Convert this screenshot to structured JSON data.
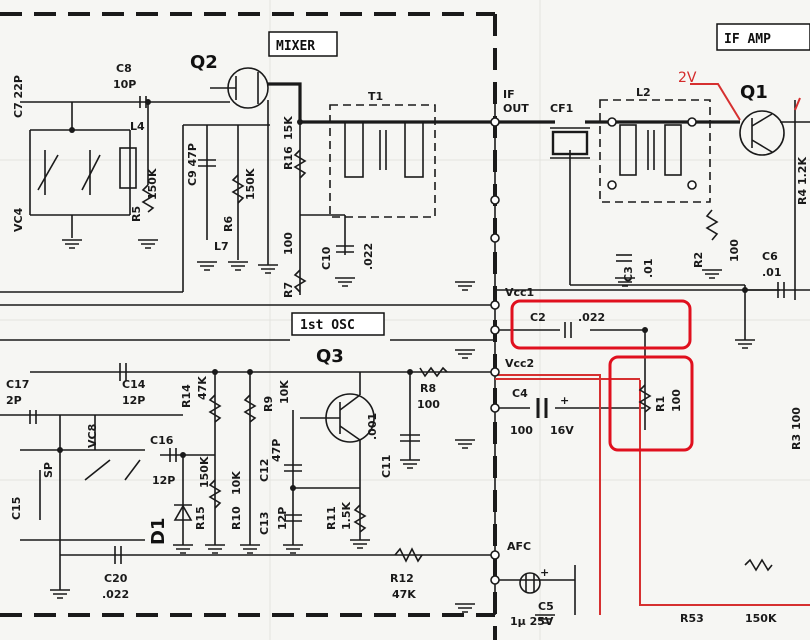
{
  "blocks": {
    "mixer": "MIXER",
    "if_amp": "IF AMP",
    "osc": "1st OSC"
  },
  "transistors": {
    "q1": "Q1",
    "q2": "Q2",
    "q3": "Q3"
  },
  "nets": {
    "if_out": "IF",
    "if_out2": "OUT",
    "vcc1": "Vcc1",
    "vcc2": "Vcc2",
    "afc": "AFC",
    "voltage": "2V"
  },
  "components": {
    "c7": "C7 22P",
    "c8": "C8",
    "c8v": "10P",
    "l4": "L4",
    "vc4": "VC4",
    "r5": "R5",
    "r5v": "150K",
    "c9": "C9 47P",
    "l7": "L7",
    "r6": "R6",
    "r6v": "150K",
    "r16": "R16",
    "r16v": "15K",
    "t1": "T1",
    "r7": "R7",
    "r7v": "100",
    "c10": "C10",
    "c10v": ".022",
    "cf1": "CF1",
    "l2": "L2",
    "c3": "C3",
    "c3v": ".01",
    "r2": "R2",
    "r2v": "100",
    "r4": "R4 1.2K",
    "c6": "C6",
    "c6v": ".01",
    "c2": "C2",
    "c2v": ".022",
    "r1": "R1",
    "r1v": "100",
    "c4": "C4",
    "c4v": "100",
    "c4r": "16V",
    "r3": "R3 100",
    "c17": "C17",
    "c17v": "2P",
    "c14": "C14",
    "c14v": "12P",
    "r14": "R14",
    "r14v": "47K",
    "r9": "R9",
    "r9v": "10K",
    "r8": "R8",
    "r8v": "100",
    "c11": "C11",
    "c11v": ".001",
    "c16": "C16",
    "c16v": "12P",
    "r15": "R15",
    "r15v": "150K",
    "r10": "R10",
    "r10v": "10K",
    "c12": "C12",
    "c12v": "47P",
    "c13": "C13",
    "c13v": "12P",
    "r11": "R11",
    "r11v": "1.5K",
    "d1": "D1",
    "c15": "C15",
    "sp": "SP",
    "vc8": "VC8",
    "c20": "C20",
    "c20v": ".022",
    "r12": "R12",
    "r12v": "47K",
    "c5": "C5",
    "c5v": "1μ 25V",
    "r53": "R53",
    "r53v": "150K"
  },
  "colors": {
    "ink": "#1a1a1a",
    "highlight": "#e0101e",
    "annotation": "#d42a2a",
    "paper": "#f6f6f3"
  }
}
